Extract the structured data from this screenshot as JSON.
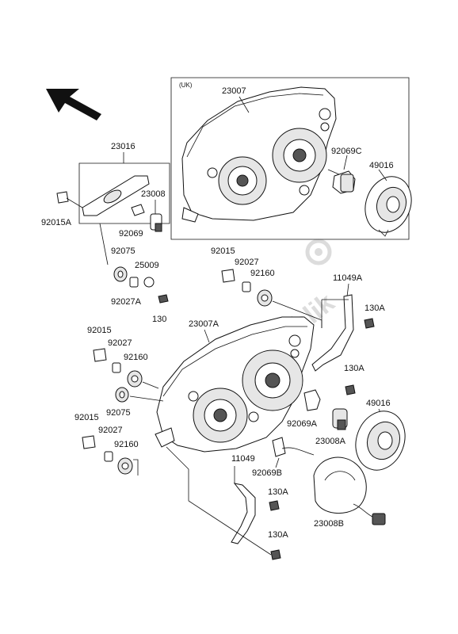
{
  "watermark": {
    "text": "PartsRepublik"
  },
  "inset": {
    "region": "(UK)"
  },
  "labels": {
    "p23007": "23007",
    "p92069C": "92069C",
    "p49016_top": "49016",
    "p23016": "23016",
    "p23008_top": "23008",
    "p92015A": "92015A",
    "p92069": "92069",
    "p92075_top": "92075",
    "p25009": "25009",
    "p92027A": "92027A",
    "p130_left": "130",
    "p92015_mid": "92015",
    "p92027_mid": "92027",
    "p92160_mid": "92160",
    "p11049A": "11049A",
    "p130A_1": "130A",
    "p23007A": "23007A",
    "p92015_left": "92015",
    "p92027_left": "92027",
    "p92160_left": "92160",
    "p130A_2": "130A",
    "p49016_bot": "49016",
    "p92075_bot": "92075",
    "p92069A": "92069A",
    "p23008A": "23008A",
    "p92015_low": "92015",
    "p92027_low": "92027",
    "p92160_low": "92160",
    "p11049": "11049",
    "p92069B": "92069B",
    "p130A_3": "130A",
    "p23008B": "23008B",
    "p130A_4": "130A"
  }
}
